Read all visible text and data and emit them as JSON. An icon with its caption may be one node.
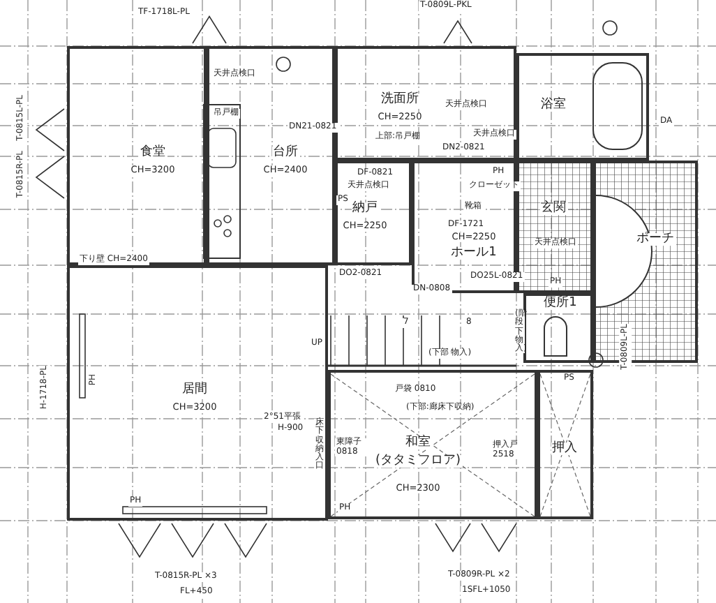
{
  "diagram": {
    "nodes": [
      {
        "text": [
          "食堂",
          "CH=3200"
        ]
      },
      {
        "text": [
          "台所",
          "CH=2400"
        ]
      },
      {
        "text": [
          "洗面所",
          "CH=2250"
        ]
      },
      {
        "text": [
          "浴室"
        ]
      },
      {
        "text": [
          "納戸",
          "CH=2250"
        ]
      },
      {
        "text": [
          "CH=2250",
          "ホール1"
        ]
      },
      {
        "text": [
          "玄関"
        ]
      },
      {
        "text": [
          "ポーチ"
        ]
      },
      {
        "text": [
          "便所1"
        ]
      },
      {
        "text": [
          "居間",
          "CH=3200"
        ]
      },
      {
        "text": [
          "和室",
          "(タタミフロア)",
          "CH=2300"
        ]
      },
      {
        "text": [
          "押入"
        ]
      }
    ],
    "labels": [
      "TF-1718L-PL",
      "T-0809L-PKL",
      "T-0815R-PL",
      "T-0815L-PL",
      "天井点検口",
      "吊戸棚",
      "DN21-0821",
      "DA",
      "天井点検口",
      "上部:吊戸棚",
      "天井点検口",
      "DN2-0821",
      "PS",
      "DF-0821",
      "天井点検口",
      "PH",
      "クローゼット",
      "下り壁 CH=2400",
      "DF-1721",
      "靴箱",
      "天井点検口",
      "DO2-0821",
      "DN-0808",
      "DO25L-0821",
      "PH",
      "UP",
      "7",
      "8",
      "(下部 物入)",
      "(階段下物入)",
      "T-0809L-PL",
      "H-1718-PL",
      "PH",
      "2°51平張",
      "H-900",
      "床下収納入口",
      "戸袋 0810",
      "(下部:廊床下収納)",
      "PS",
      "東障子 0818",
      "押入戸 2518",
      "PH",
      "PH",
      "T-0815R-PL ×3",
      "FL+450",
      "T-0809R-PL ×2",
      "1SFL+1050"
    ]
  }
}
